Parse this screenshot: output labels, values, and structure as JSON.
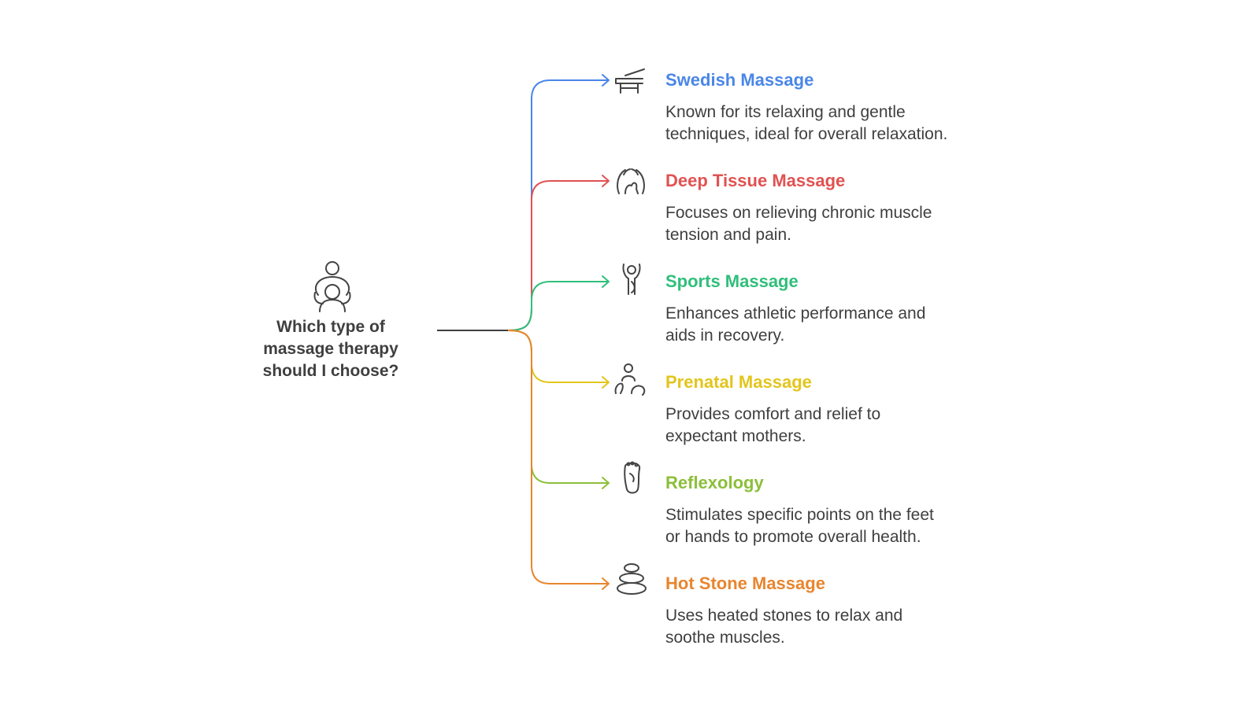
{
  "question": "Which type of massage therapy should I choose?",
  "branches": [
    {
      "title": "Swedish Massage",
      "description": "Known for its relaxing and gentle techniques, ideal for overall relaxation.",
      "color": "#4a86e8",
      "icon": "massage-table-icon"
    },
    {
      "title": "Deep Tissue Massage",
      "description": "Focuses on relieving chronic muscle tension and pain.",
      "color": "#e05252",
      "icon": "back-pressure-hand-icon"
    },
    {
      "title": "Sports Massage",
      "description": "Enhances athletic performance and aids in recovery.",
      "color": "#2fbf7a",
      "icon": "athlete-muscle-icon"
    },
    {
      "title": "Prenatal Massage",
      "description": "Provides comfort and relief to expectant mothers.",
      "color": "#e3c51c",
      "icon": "caregiver-hands-icon"
    },
    {
      "title": "Reflexology",
      "description": "Stimulates specific points on the feet or hands to promote overall health.",
      "color": "#8cbf3a",
      "icon": "foot-icon"
    },
    {
      "title": "Hot Stone Massage",
      "description": "Uses heated stones to relax and soothe muscles.",
      "color": "#e8852e",
      "icon": "stacked-stones-icon"
    }
  ]
}
